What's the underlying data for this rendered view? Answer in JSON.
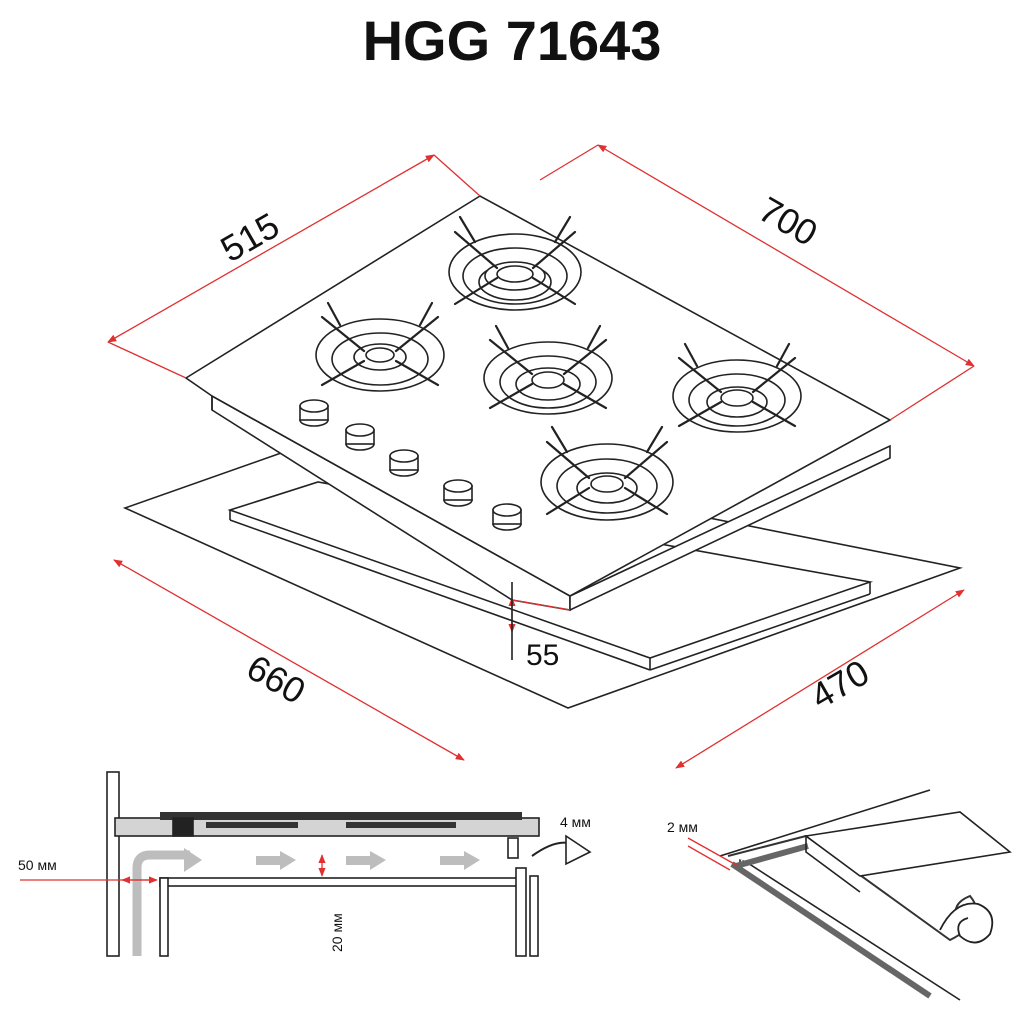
{
  "title": "HGG 71643",
  "dimensions": {
    "depth_overall": "515",
    "width_overall": "700",
    "cutout_width": "660",
    "cutout_depth": "470",
    "height": "55"
  },
  "installation": {
    "wall_gap": "50 мм",
    "top_gap": "4 мм",
    "air_gap": "20 мм",
    "seal": "2 мм"
  },
  "colors": {
    "dimension_line": "#e03030",
    "airflow": "#b8b8b8",
    "outline": "#222222"
  }
}
